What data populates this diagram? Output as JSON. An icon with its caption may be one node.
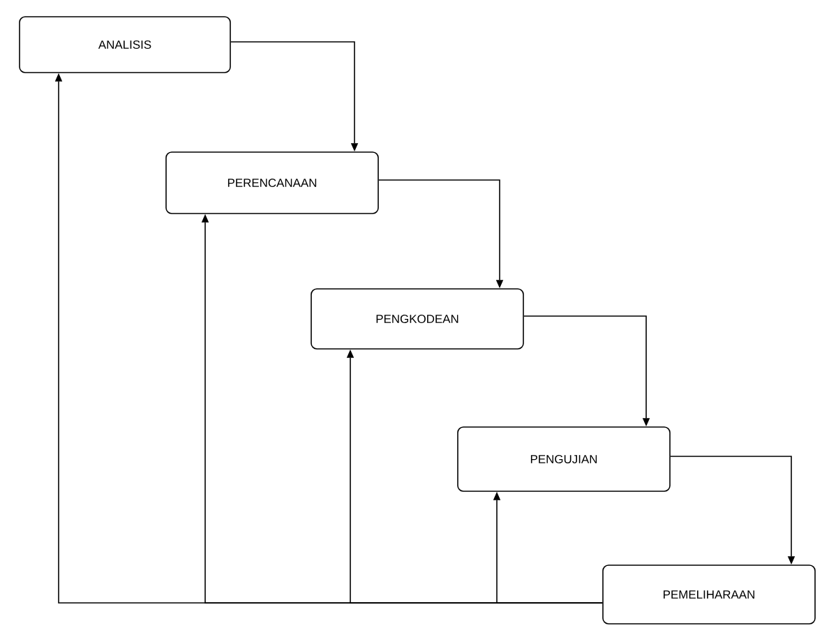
{
  "diagram": {
    "nodes": [
      {
        "text": [
          "ANALISIS"
        ]
      },
      {
        "text": [
          "PERENCANAAN"
        ]
      },
      {
        "text": [
          "PENGKODEAN"
        ]
      },
      {
        "text": [
          "PENGUJIAN"
        ]
      },
      {
        "text": [
          "PEMELIHARAAN"
        ]
      }
    ],
    "edges": [
      {
        "from": 0,
        "to": 1,
        "arrow": "to"
      },
      {
        "from": 1,
        "to": 2,
        "arrow": "to"
      },
      {
        "from": 2,
        "to": 3,
        "arrow": "to"
      },
      {
        "from": 3,
        "to": 4,
        "arrow": "to"
      },
      {
        "from": 4,
        "to": 0,
        "arrow": "to"
      },
      {
        "from": 4,
        "to": 1,
        "arrow": "to"
      },
      {
        "from": 4,
        "to": 2,
        "arrow": "to"
      },
      {
        "from": 4,
        "to": 3,
        "arrow": "to"
      }
    ]
  }
}
